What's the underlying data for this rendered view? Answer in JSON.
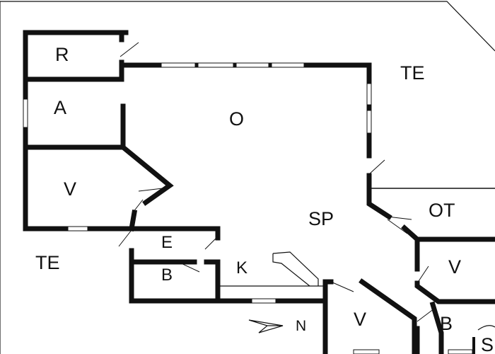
{
  "rooms": [
    {
      "key": "r",
      "label": "R"
    },
    {
      "key": "a",
      "label": "A"
    },
    {
      "key": "o",
      "label": "O"
    },
    {
      "key": "te_top",
      "label": "TE"
    },
    {
      "key": "v_left",
      "label": "V"
    },
    {
      "key": "sp",
      "label": "SP"
    },
    {
      "key": "ot",
      "label": "OT"
    },
    {
      "key": "te_left",
      "label": "TE"
    },
    {
      "key": "e",
      "label": "E"
    },
    {
      "key": "b_left",
      "label": "B"
    },
    {
      "key": "k",
      "label": "K"
    },
    {
      "key": "v_right",
      "label": "V"
    },
    {
      "key": "v_bottom",
      "label": "V"
    },
    {
      "key": "b_right",
      "label": "B"
    },
    {
      "key": "s",
      "label": "S"
    }
  ],
  "compass": {
    "label": "N",
    "icon": "north-arrow-icon"
  }
}
